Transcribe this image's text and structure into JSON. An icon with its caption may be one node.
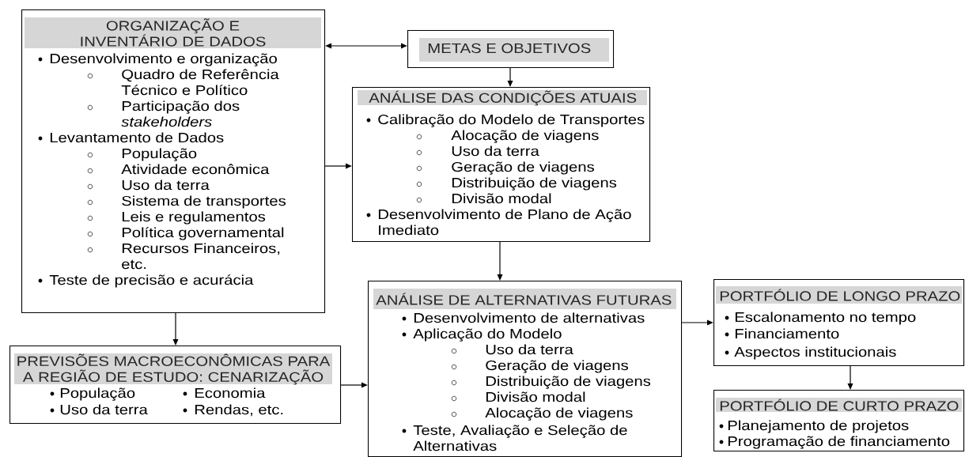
{
  "diagram": {
    "nodes": [
      {
        "text": [
          "ORGANIZAÇÃO E INVENTÁRIO DE DADOS",
          "Desenvolvimento e organização",
          "Quadro de Referência Técnico e Político",
          "Participação dos *stakeholders*",
          "Levantamento de Dados",
          "População",
          "Atividade econômica",
          "Uso da terra",
          "Sistema de transportes",
          "Leis e regulamentos",
          "Política governamental",
          "Recursos Financeiros, etc.",
          "Teste de precisão e acurácia"
        ]
      },
      {
        "text": [
          "METAS E OBJETIVOS"
        ]
      },
      {
        "text": [
          "ANÁLISE DAS CONDIÇÕES ATUAIS",
          "Calibração do Modelo de Transportes",
          "Alocação de viagens",
          "Uso da terra",
          "Geração de viagens",
          "Distribuição de viagens",
          "Divisão modal",
          "Desenvolvimento de Plano de Ação Imediato"
        ]
      },
      {
        "text": [
          "PREVISÕES MACROECONÔMICAS PARA A REGIÃO DE ESTUDO: CENARIZAÇÃO",
          "População",
          "Economia",
          "Uso da terra",
          "Rendas, etc."
        ]
      },
      {
        "text": [
          "ANÁLISE DE ALTERNATIVAS FUTURAS",
          "Desenvolvimento de alternativas",
          "Aplicação do Modelo",
          "Uso da terra",
          "Geração de viagens",
          "Distribuição de viagens",
          "Divisão modal",
          "Alocação de viagens",
          "Teste, Avaliação e Seleção de Alternativas"
        ]
      },
      {
        "text": [
          "PORTFÓLIO DE LONGO PRAZO",
          "Escalonamento no tempo",
          "Financiamento",
          "Aspectos institucionais"
        ]
      },
      {
        "text": [
          "PORTFÓLIO DE CURTO PRAZO",
          "Planejamento de projetos",
          "Programação de financiamento"
        ]
      }
    ],
    "edges": [
      {
        "from": 0,
        "to": 1,
        "arrow": "both"
      },
      {
        "from": 1,
        "to": 2,
        "arrow": "to"
      },
      {
        "from": 0,
        "to": 2,
        "arrow": "to"
      },
      {
        "from": 0,
        "to": 3,
        "arrow": "to"
      },
      {
        "from": 2,
        "to": 4,
        "arrow": "to"
      },
      {
        "from": 3,
        "to": 4,
        "arrow": "to"
      },
      {
        "from": 4,
        "to": 5,
        "arrow": "to"
      },
      {
        "from": 5,
        "to": 6,
        "arrow": "to"
      }
    ]
  }
}
